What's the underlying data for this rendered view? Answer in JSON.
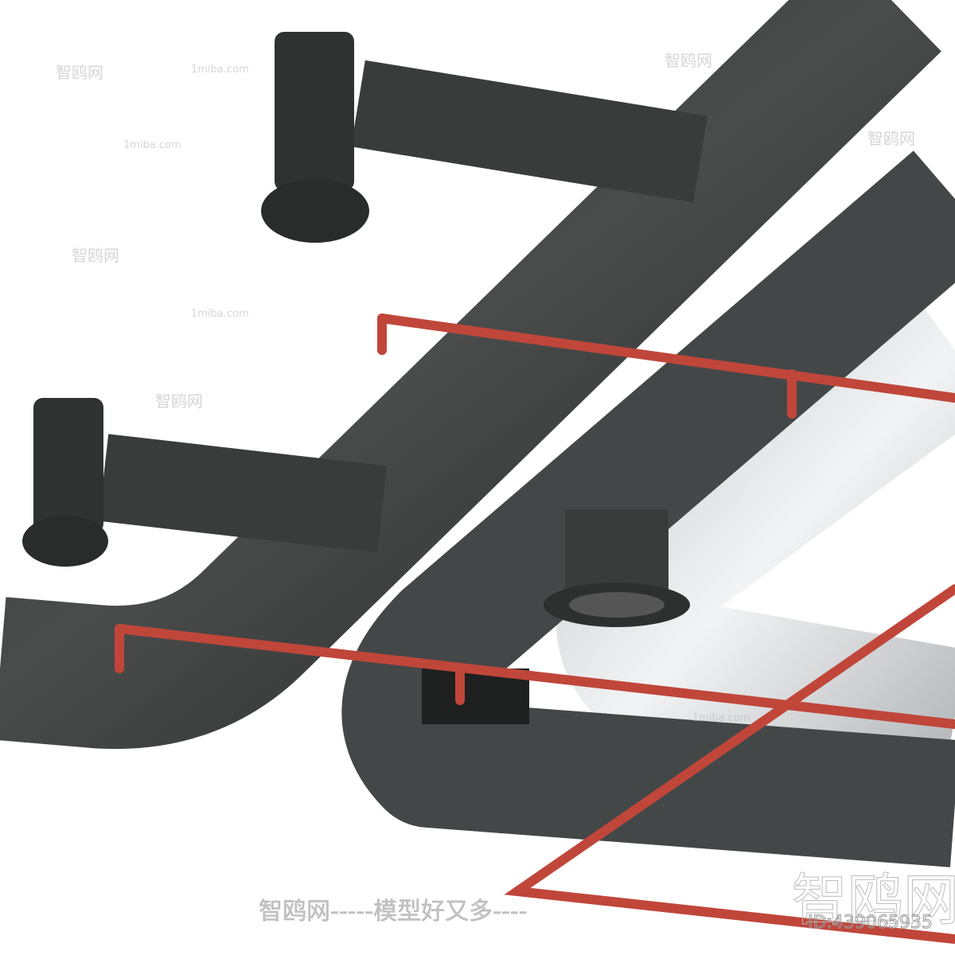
{
  "watermarks": {
    "brand": "智鸥网",
    "site": "1miba.com",
    "slogan": "智鸥网-----模型好又多----",
    "id": "ID:439065935"
  },
  "colors": {
    "dark_duct": "#3a3c3c",
    "gray_duct": "#4a4d4f",
    "silver_duct": "#dcdee0",
    "sprinkler_pipe": "#c0463a"
  }
}
